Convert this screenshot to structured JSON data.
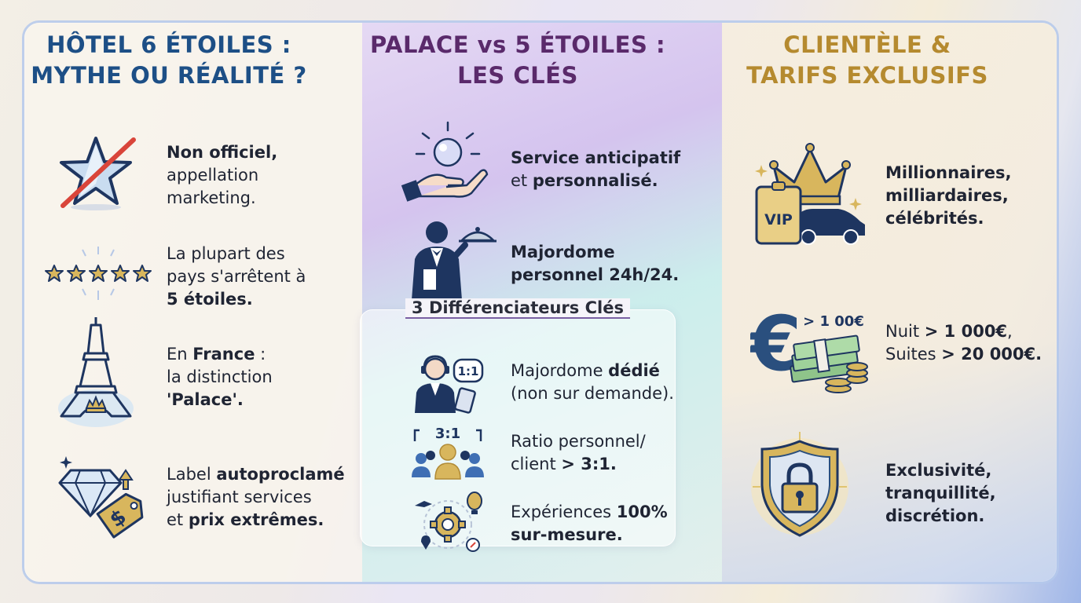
{
  "left": {
    "title_line1": "HÔTEL 6 ÉTOILES :",
    "title_line2": "MYTHE OU RÉALITÉ ?",
    "items": [
      {
        "icon": "crossed-star-icon",
        "parts": [
          {
            "t": "Non officiel,",
            "b": true
          },
          {
            "t": "appellation",
            "b": false,
            "br": true
          },
          {
            "t": "marketing.",
            "b": false,
            "br": true
          }
        ]
      },
      {
        "icon": "five-stars-icon",
        "parts": [
          {
            "t": "La plupart des",
            "b": false
          },
          {
            "t": "pays s'arrêtent à",
            "b": false,
            "br": true
          },
          {
            "t": "5 étoiles.",
            "b": true,
            "br": true
          }
        ]
      },
      {
        "icon": "eiffel-tower-icon",
        "parts": [
          {
            "t": "En ",
            "b": false
          },
          {
            "t": "France",
            "b": true
          },
          {
            "t": " :",
            "b": false
          },
          {
            "t": "la distinction",
            "b": false,
            "br": true
          },
          {
            "t": "'Palace'.",
            "b": true,
            "br": true
          }
        ]
      },
      {
        "icon": "diamond-price-tag-icon",
        "parts": [
          {
            "t": "Label ",
            "b": false
          },
          {
            "t": "autoproclamé",
            "b": true
          },
          {
            "t": "justifiant services",
            "b": false,
            "br": true
          },
          {
            "t": "et ",
            "b": false,
            "br": true
          },
          {
            "t": "prix extrêmes.",
            "b": true
          }
        ]
      }
    ]
  },
  "middle": {
    "title_line1": "PALACE vs 5 ÉTOILES :",
    "title_line2": "LES CLÉS",
    "items": [
      {
        "icon": "hand-crystal-ball-icon",
        "parts": [
          {
            "t": "Service anticipatif",
            "b": true
          },
          {
            "t": "et ",
            "b": false,
            "br": true
          },
          {
            "t": "personnalisé.",
            "b": true
          }
        ]
      },
      {
        "icon": "butler-icon",
        "parts": [
          {
            "t": "Majordome",
            "b": true
          },
          {
            "t": "personnel 24h/24.",
            "b": true,
            "br": true
          }
        ]
      }
    ],
    "diff_title": "3 Différenciateurs Clés",
    "diff_items": [
      {
        "icon": "dedicated-butler-icon",
        "icon_label": "1:1",
        "parts": [
          {
            "t": "Majordome ",
            "b": false
          },
          {
            "t": "dédié",
            "b": true
          },
          {
            "t": "(non sur demande).",
            "b": false,
            "br": true
          }
        ]
      },
      {
        "icon": "staff-ratio-icon",
        "icon_label": "3:1",
        "parts": [
          {
            "t": "Ratio personnel/",
            "b": false
          },
          {
            "t": "client ",
            "b": false,
            "br": true
          },
          {
            "t": "> 3:1.",
            "b": true
          }
        ]
      },
      {
        "icon": "custom-experiences-icon",
        "parts": [
          {
            "t": "Expériences ",
            "b": false
          },
          {
            "t": "100%",
            "b": true
          },
          {
            "t": "sur-mesure.",
            "b": true,
            "br": true
          }
        ]
      }
    ]
  },
  "right": {
    "title_line1": "CLIENTÈLE &",
    "title_line2": "TARIFS EXCLUSIFS",
    "items": [
      {
        "icon": "crown-vip-car-icon",
        "icon_label": "VIP",
        "parts": [
          {
            "t": "Millionnaires,",
            "b": true
          },
          {
            "t": "milliardaires,",
            "b": true,
            "br": true
          },
          {
            "t": "célébrités.",
            "b": true,
            "br": true
          }
        ]
      },
      {
        "icon": "euro-money-icon",
        "icon_label": "> 1 00€",
        "parts": [
          {
            "t": "Nuit ",
            "b": false
          },
          {
            "t": "> 1 000€",
            "b": true
          },
          {
            "t": ",",
            "b": false
          },
          {
            "t": "Suites ",
            "b": false,
            "br": true
          },
          {
            "t": "> 20 000€.",
            "b": true
          }
        ]
      },
      {
        "icon": "shield-lock-icon",
        "parts": [
          {
            "t": "Exclusivité,",
            "b": true
          },
          {
            "t": "tranquillité,",
            "b": true,
            "br": true
          },
          {
            "t": "discrétion.",
            "b": true,
            "br": true
          }
        ]
      }
    ]
  },
  "colors": {
    "left_title": "#1d4f86",
    "mid_title": "#5a2a6b",
    "right_title": "#b58a2f",
    "navy": "#1e3560",
    "gold": "#c9a04a",
    "red": "#d9453a"
  }
}
